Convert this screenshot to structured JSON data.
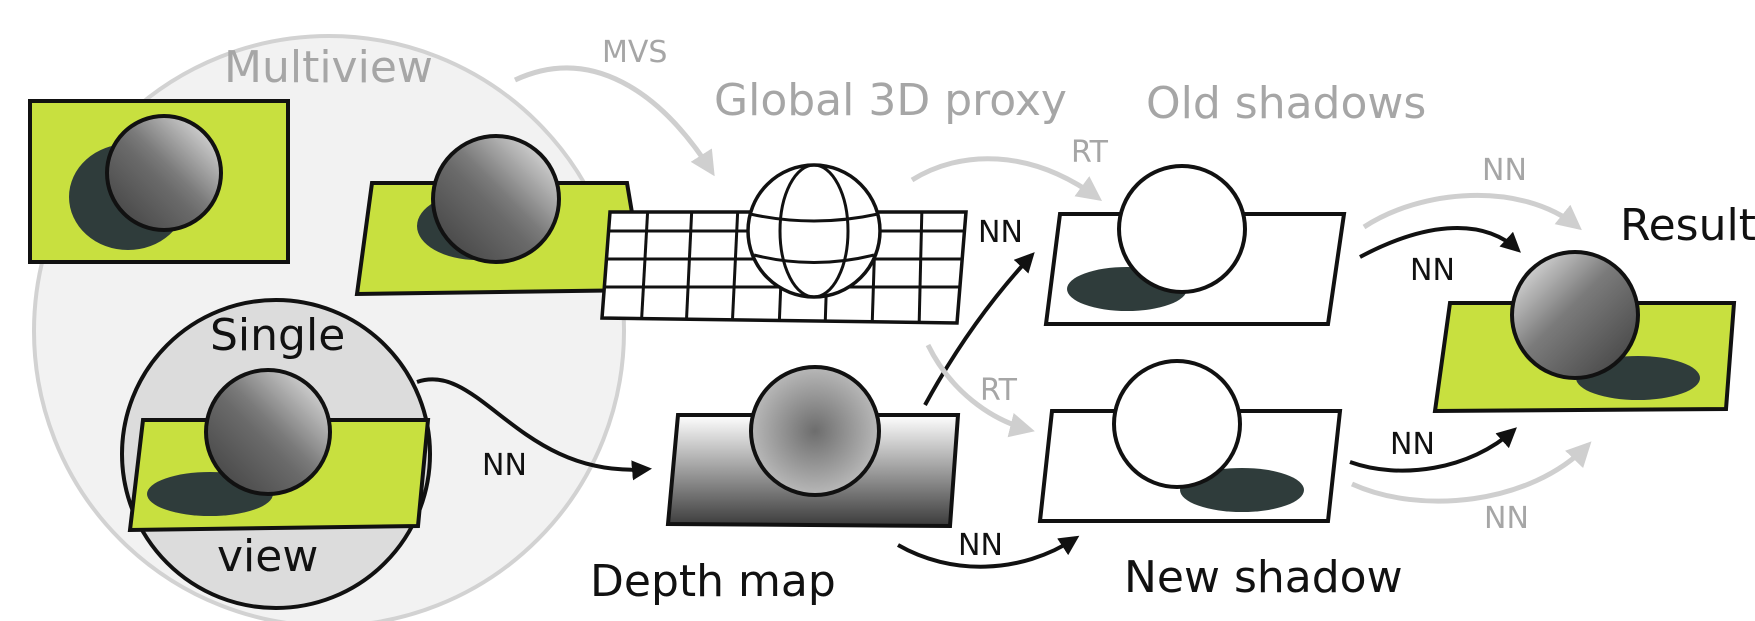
{
  "labels": {
    "multiview": "Multiview",
    "single": "Single",
    "view": "view",
    "mvs": "MVS",
    "global_proxy": "Global 3D proxy",
    "old_shadows": "Old shadows",
    "depth_map": "Depth map",
    "new_shadow": "New shadow",
    "result": "Result",
    "rt_top": "RT",
    "rt_bottom": "RT",
    "nn_single_to_depth": "NN",
    "nn_depth_to_old": "NN",
    "nn_depth_to_new": "NN",
    "nn_old_to_result_black": "NN",
    "nn_old_to_result_gray": "NN",
    "nn_new_to_result_black": "NN",
    "nn_new_to_result_gray": "NN"
  },
  "colors": {
    "ground_green": "#c8e03f",
    "shadow_dark": "#2f3c3b",
    "gray_arrow": "#cfcfcf",
    "gray_text": "#a6a6a6",
    "outline": "#111111"
  }
}
